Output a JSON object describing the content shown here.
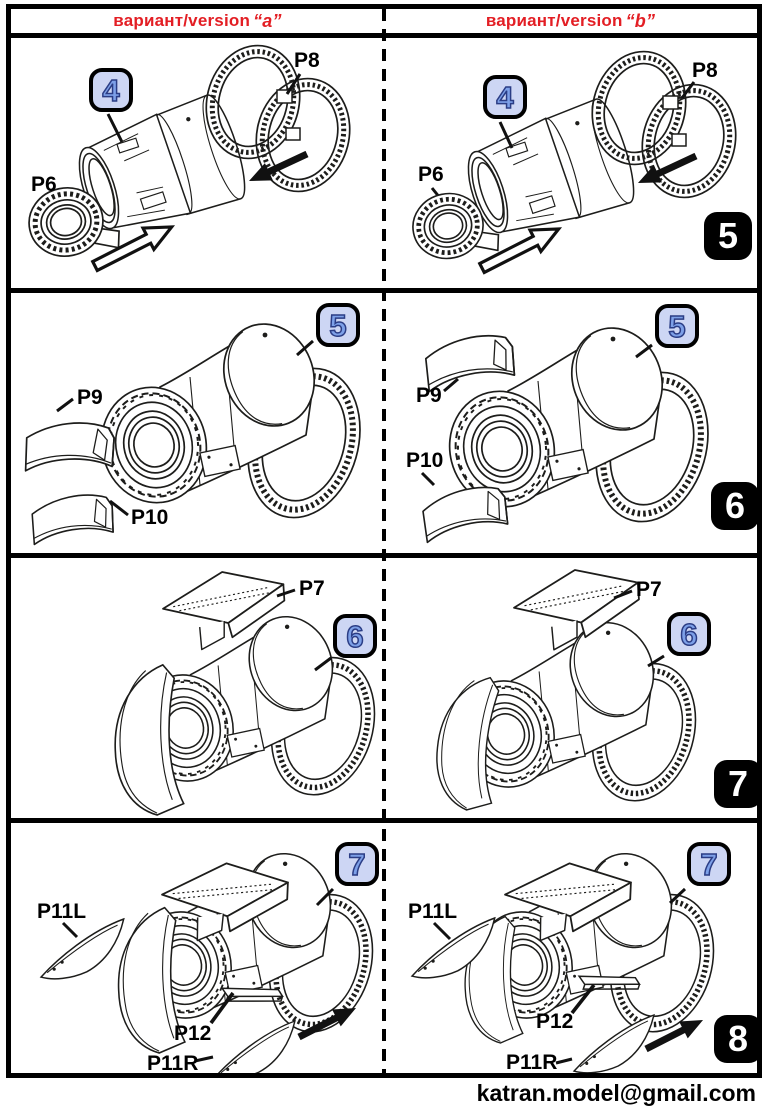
{
  "header": {
    "columns": [
      {
        "prefix": "вариант/version",
        "letter": "“a”"
      },
      {
        "prefix": "вариант/version",
        "letter": "“b”"
      }
    ]
  },
  "footer": {
    "email": "katran.model@gmail.com"
  },
  "palette": {
    "accent_red": "#E31E24",
    "badge_fill": "#CDD6F4",
    "badge_digit": "#7DA0E8",
    "badge_digit_outline": "#2B3D85",
    "badge_black": "#000000",
    "line_art": "#1D1D1B"
  },
  "rows": [
    {
      "step": "4",
      "a": {
        "badge": "4",
        "labels": {
          "p8": "P8",
          "p6": "P6"
        }
      },
      "b": {
        "badge": "4",
        "labels": {
          "p8": "P8",
          "p6": "P6"
        },
        "next_step": "5"
      }
    },
    {
      "step": "5",
      "a": {
        "badge": "5",
        "labels": {
          "p9": "P9",
          "p10": "P10"
        }
      },
      "b": {
        "badge": "5",
        "labels": {
          "p9": "P9",
          "p10": "P10"
        },
        "next_step": "6"
      }
    },
    {
      "step": "6",
      "a": {
        "badge": "6",
        "labels": {
          "p7": "P7"
        }
      },
      "b": {
        "badge": "6",
        "labels": {
          "p7": "P7"
        },
        "next_step": "7"
      }
    },
    {
      "step": "7",
      "a": {
        "badge": "7",
        "labels": {
          "p11l": "P11L",
          "p12": "P12",
          "p11r": "P11R"
        }
      },
      "b": {
        "badge": "7",
        "labels": {
          "p11l": "P11L",
          "p12": "P12",
          "p11r": "P11R"
        },
        "next_step": "8"
      }
    }
  ]
}
